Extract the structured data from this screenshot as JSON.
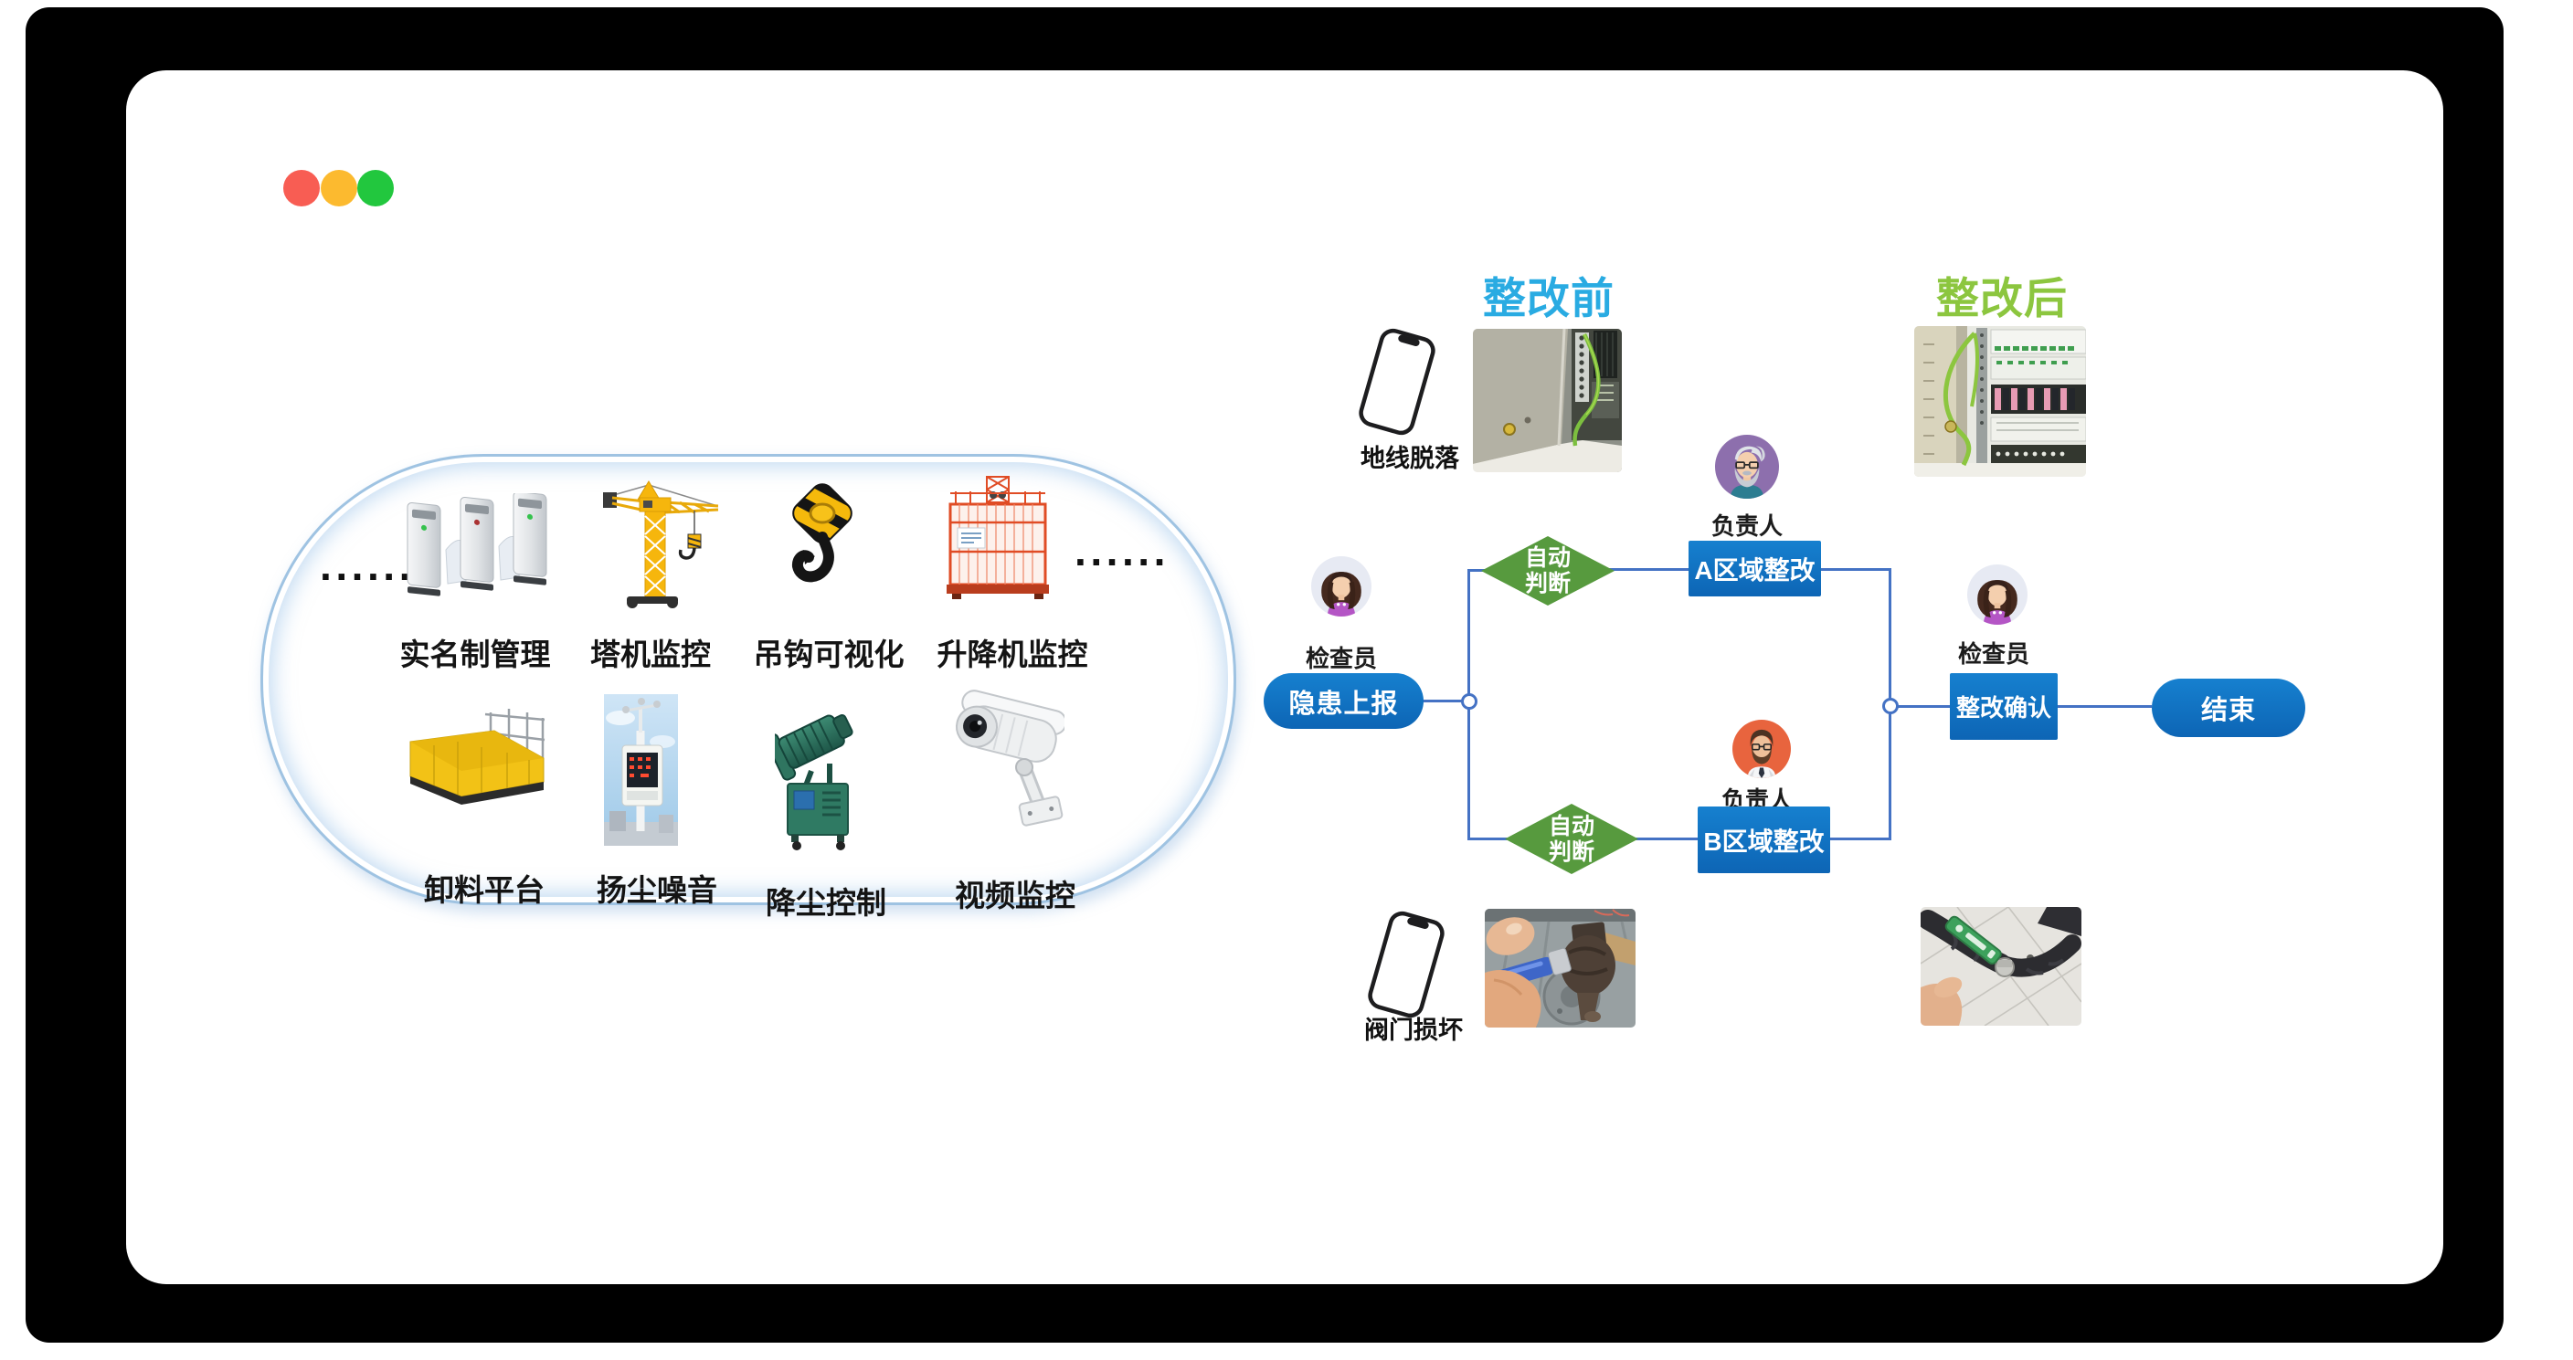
{
  "window": {
    "controls": [
      {
        "name": "close",
        "color": "#f85d53"
      },
      {
        "name": "minimize",
        "color": "#fcba2f"
      },
      {
        "name": "zoom",
        "color": "#22c73e"
      }
    ]
  },
  "colors": {
    "canvas_bg": "#000000",
    "window_bg": "#ffffff",
    "connector_line": "#4472c4",
    "node_blue": "#0e70c1",
    "diamond_green": "#579a3e",
    "before_header": "#29abe2",
    "after_header": "#8cc63f"
  },
  "capabilities": {
    "ellipsis_left": "······",
    "ellipsis_right": "······",
    "items": [
      {
        "label": "实名制管理",
        "icon": "turnstile-gate-icon"
      },
      {
        "label": "塔机监控",
        "icon": "tower-crane-icon"
      },
      {
        "label": "吊钩可视化",
        "icon": "crane-hook-icon"
      },
      {
        "label": "升降机监控",
        "icon": "construction-hoist-icon"
      },
      {
        "label": "卸料平台",
        "icon": "unloading-platform-icon"
      },
      {
        "label": "扬尘噪音",
        "icon": "dust-noise-monitor-icon"
      },
      {
        "label": "降尘控制",
        "icon": "fog-cannon-icon"
      },
      {
        "label": "视频监控",
        "icon": "cctv-camera-icon"
      }
    ]
  },
  "flow": {
    "header_before": "整改前",
    "header_after": "整改后",
    "issue1": "地线脱落",
    "issue2": "阀门损坏",
    "inspector": "检查员",
    "manager": "负责人",
    "report": "隐患上报",
    "auto_l1": "自动",
    "auto_l2": "判断",
    "area_a": "A区域整改",
    "area_b": "B区域整改",
    "confirm": "整改确认",
    "end": "结束"
  }
}
